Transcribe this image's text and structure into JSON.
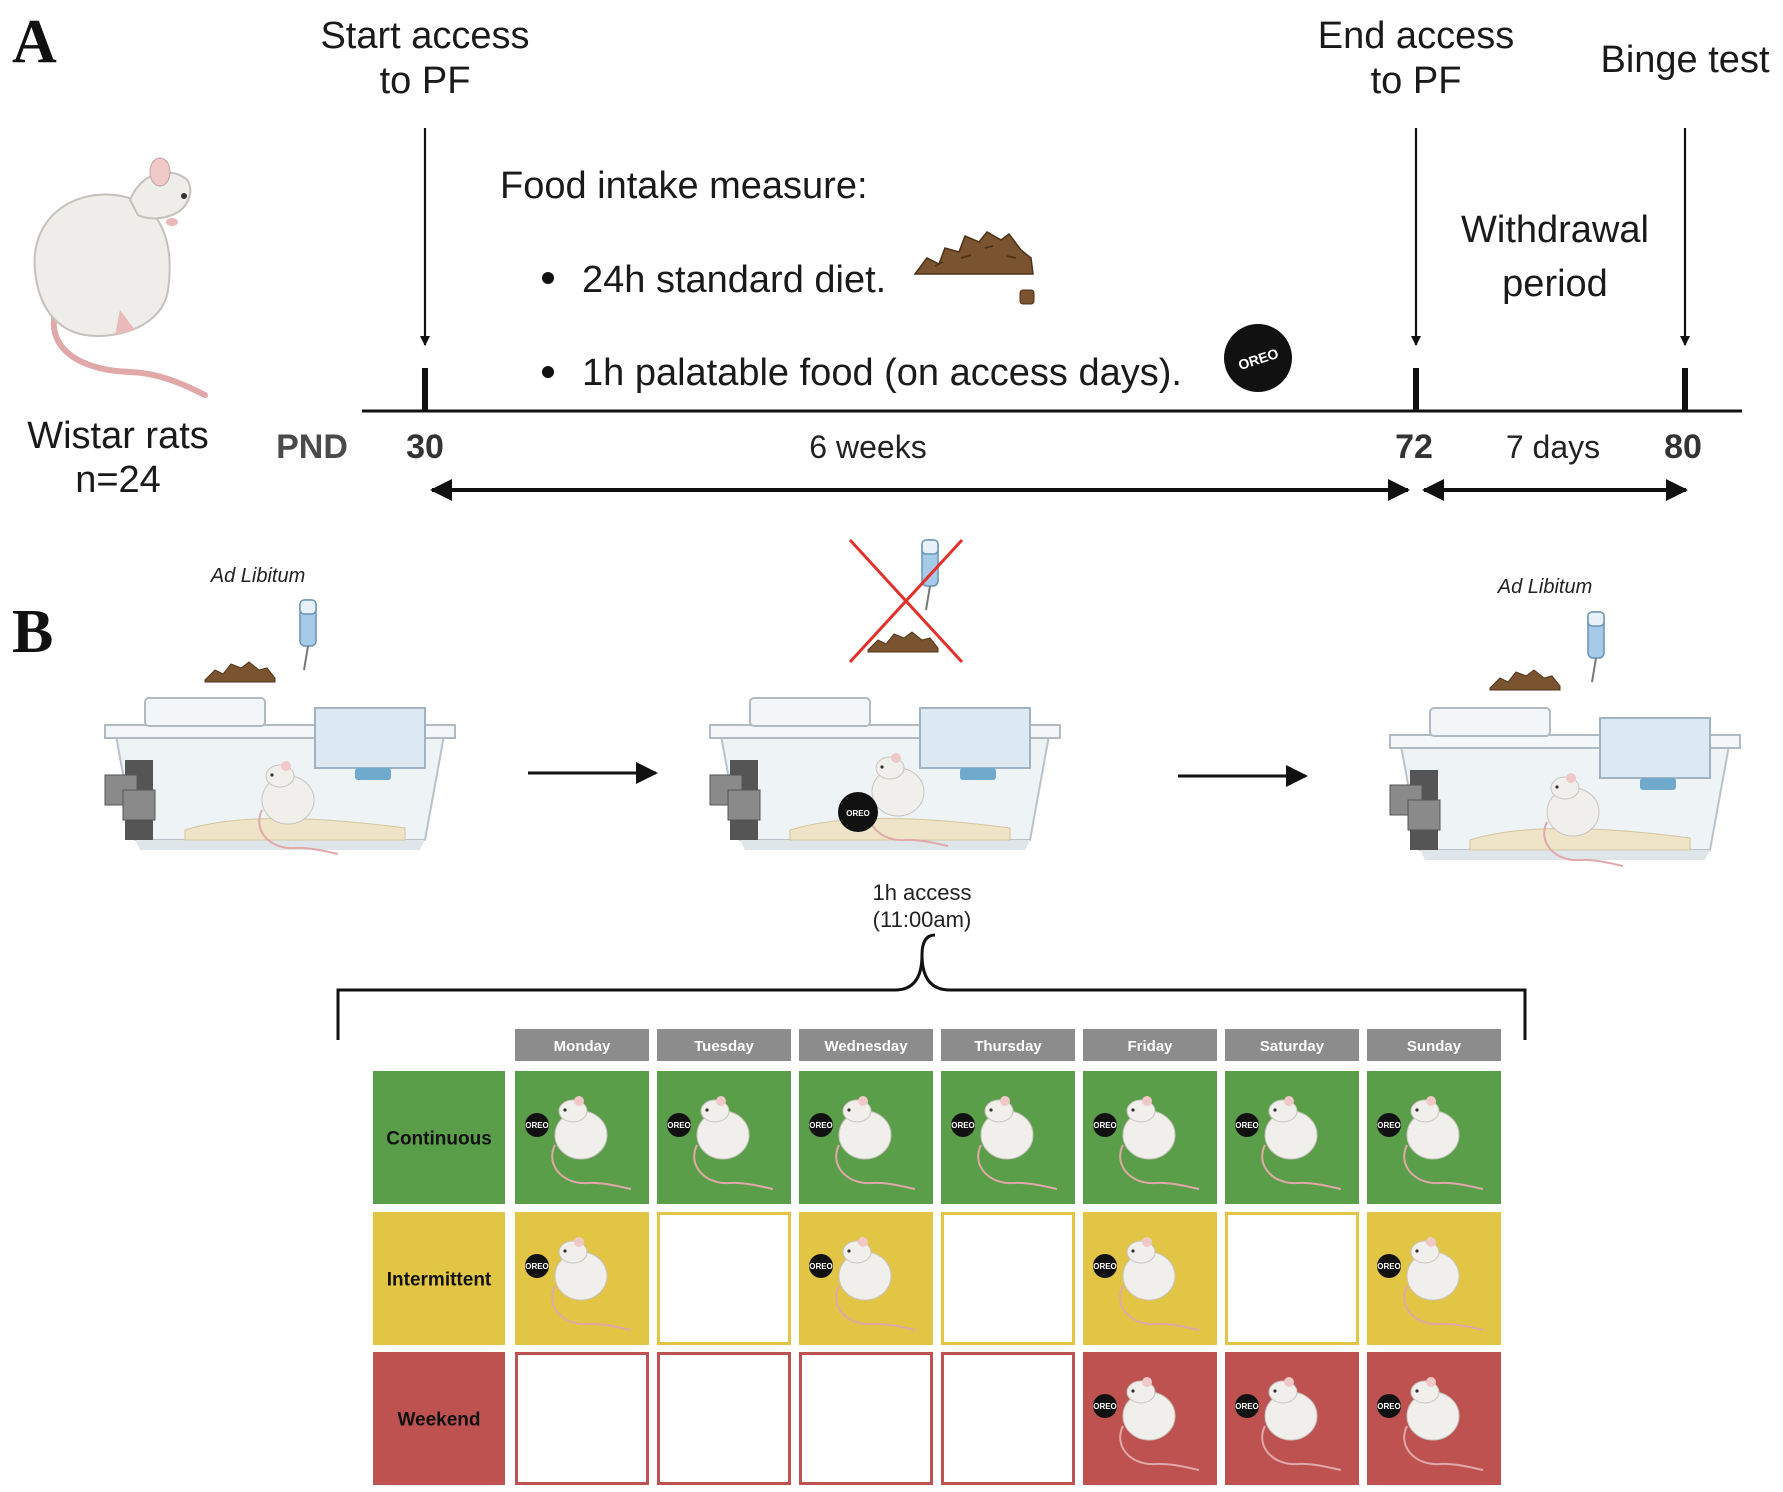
{
  "panels": {
    "a": "A",
    "b": "B"
  },
  "timeline": {
    "start_label_1": "Start access",
    "start_label_2": "to PF",
    "end_label_1": "End access",
    "end_label_2": "to PF",
    "binge_label": "Binge test",
    "food_title": "Food intake measure:",
    "bullet_1": "24h standard diet.",
    "bullet_2": "1h palatable food (on access days).",
    "withdrawal_1": "Withdrawal",
    "withdrawal_2": "period",
    "pnd": "PND",
    "pnd_30": "30",
    "pnd_72": "72",
    "pnd_80": "80",
    "span_1": "6 weeks",
    "span_2": "7 days",
    "rats_1": "Wistar rats",
    "rats_2": "n=24",
    "oreo": "OREO"
  },
  "panel_b": {
    "ad_lib_left": "Ad Libitum",
    "ad_lib_right": "Ad Libitum",
    "access_1": "1h access",
    "access_2": "(11:00am)"
  },
  "schedule": {
    "days": [
      "Monday",
      "Tuesday",
      "Wednesday",
      "Thursday",
      "Friday",
      "Saturday",
      "Sunday"
    ],
    "rows": [
      {
        "label": "Continuous",
        "color": "#5a9e4a",
        "access": [
          true,
          true,
          true,
          true,
          true,
          true,
          true
        ]
      },
      {
        "label": "Intermittent",
        "color": "#e2c544",
        "access": [
          true,
          false,
          true,
          false,
          true,
          false,
          true
        ]
      },
      {
        "label": "Weekend",
        "color": "#bd5250",
        "access": [
          false,
          false,
          false,
          false,
          true,
          true,
          true
        ]
      }
    ],
    "header_color": "#8c8c8c",
    "oreo_label": "OREO"
  }
}
